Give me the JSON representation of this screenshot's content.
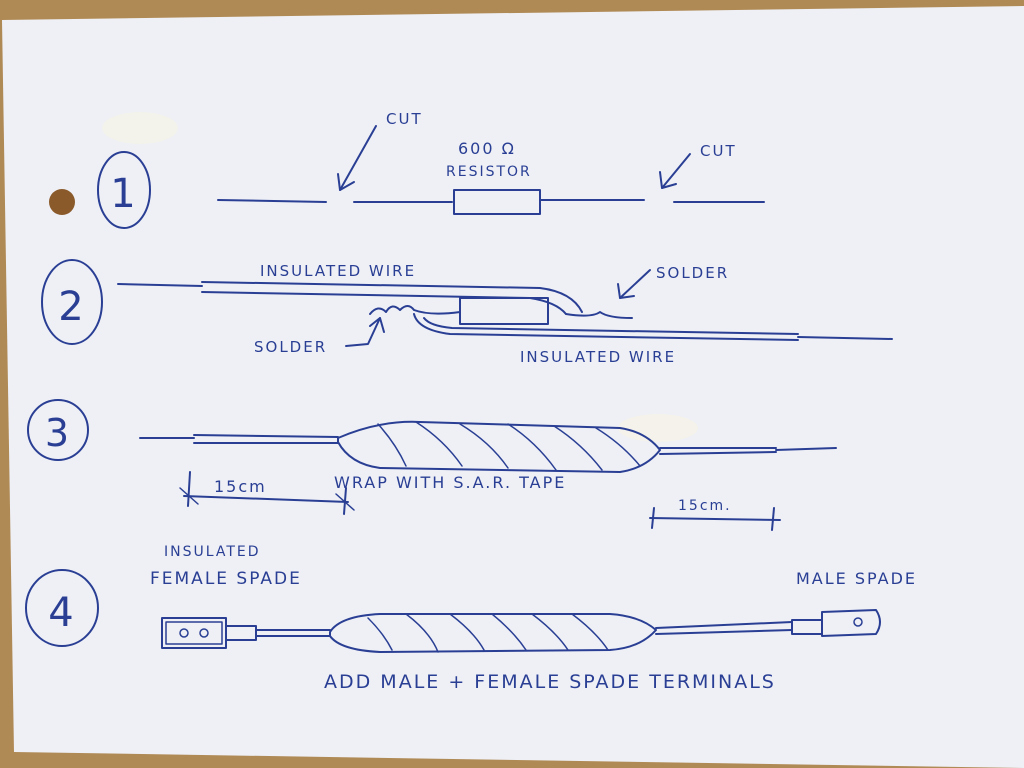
{
  "steps": [
    {
      "number": "1",
      "labels": {
        "cut_left": "CUT",
        "resistor_value": "600 Ω",
        "resistor_word": "RESISTOR",
        "cut_right": "CUT"
      }
    },
    {
      "number": "2",
      "labels": {
        "wire_top": "INSULATED WIRE",
        "solder_right": "SOLDER",
        "solder_left": "SOLDER",
        "wire_bottom": "INSULATED WIRE"
      }
    },
    {
      "number": "3",
      "labels": {
        "dim_left": "15cm",
        "wrap": "WRAP WITH S.A.R. TAPE",
        "dim_right": "15cm."
      }
    },
    {
      "number": "4",
      "labels": {
        "insulated": "INSULATED",
        "female_spade": "FEMALE SPADE",
        "male_spade": "MALE SPADE",
        "instruction": "ADD MALE + FEMALE SPADE TERMINALS"
      }
    }
  ],
  "colors": {
    "ink": "#2a3f94",
    "paper": "#eef0f6",
    "cork": "#b08a55"
  }
}
